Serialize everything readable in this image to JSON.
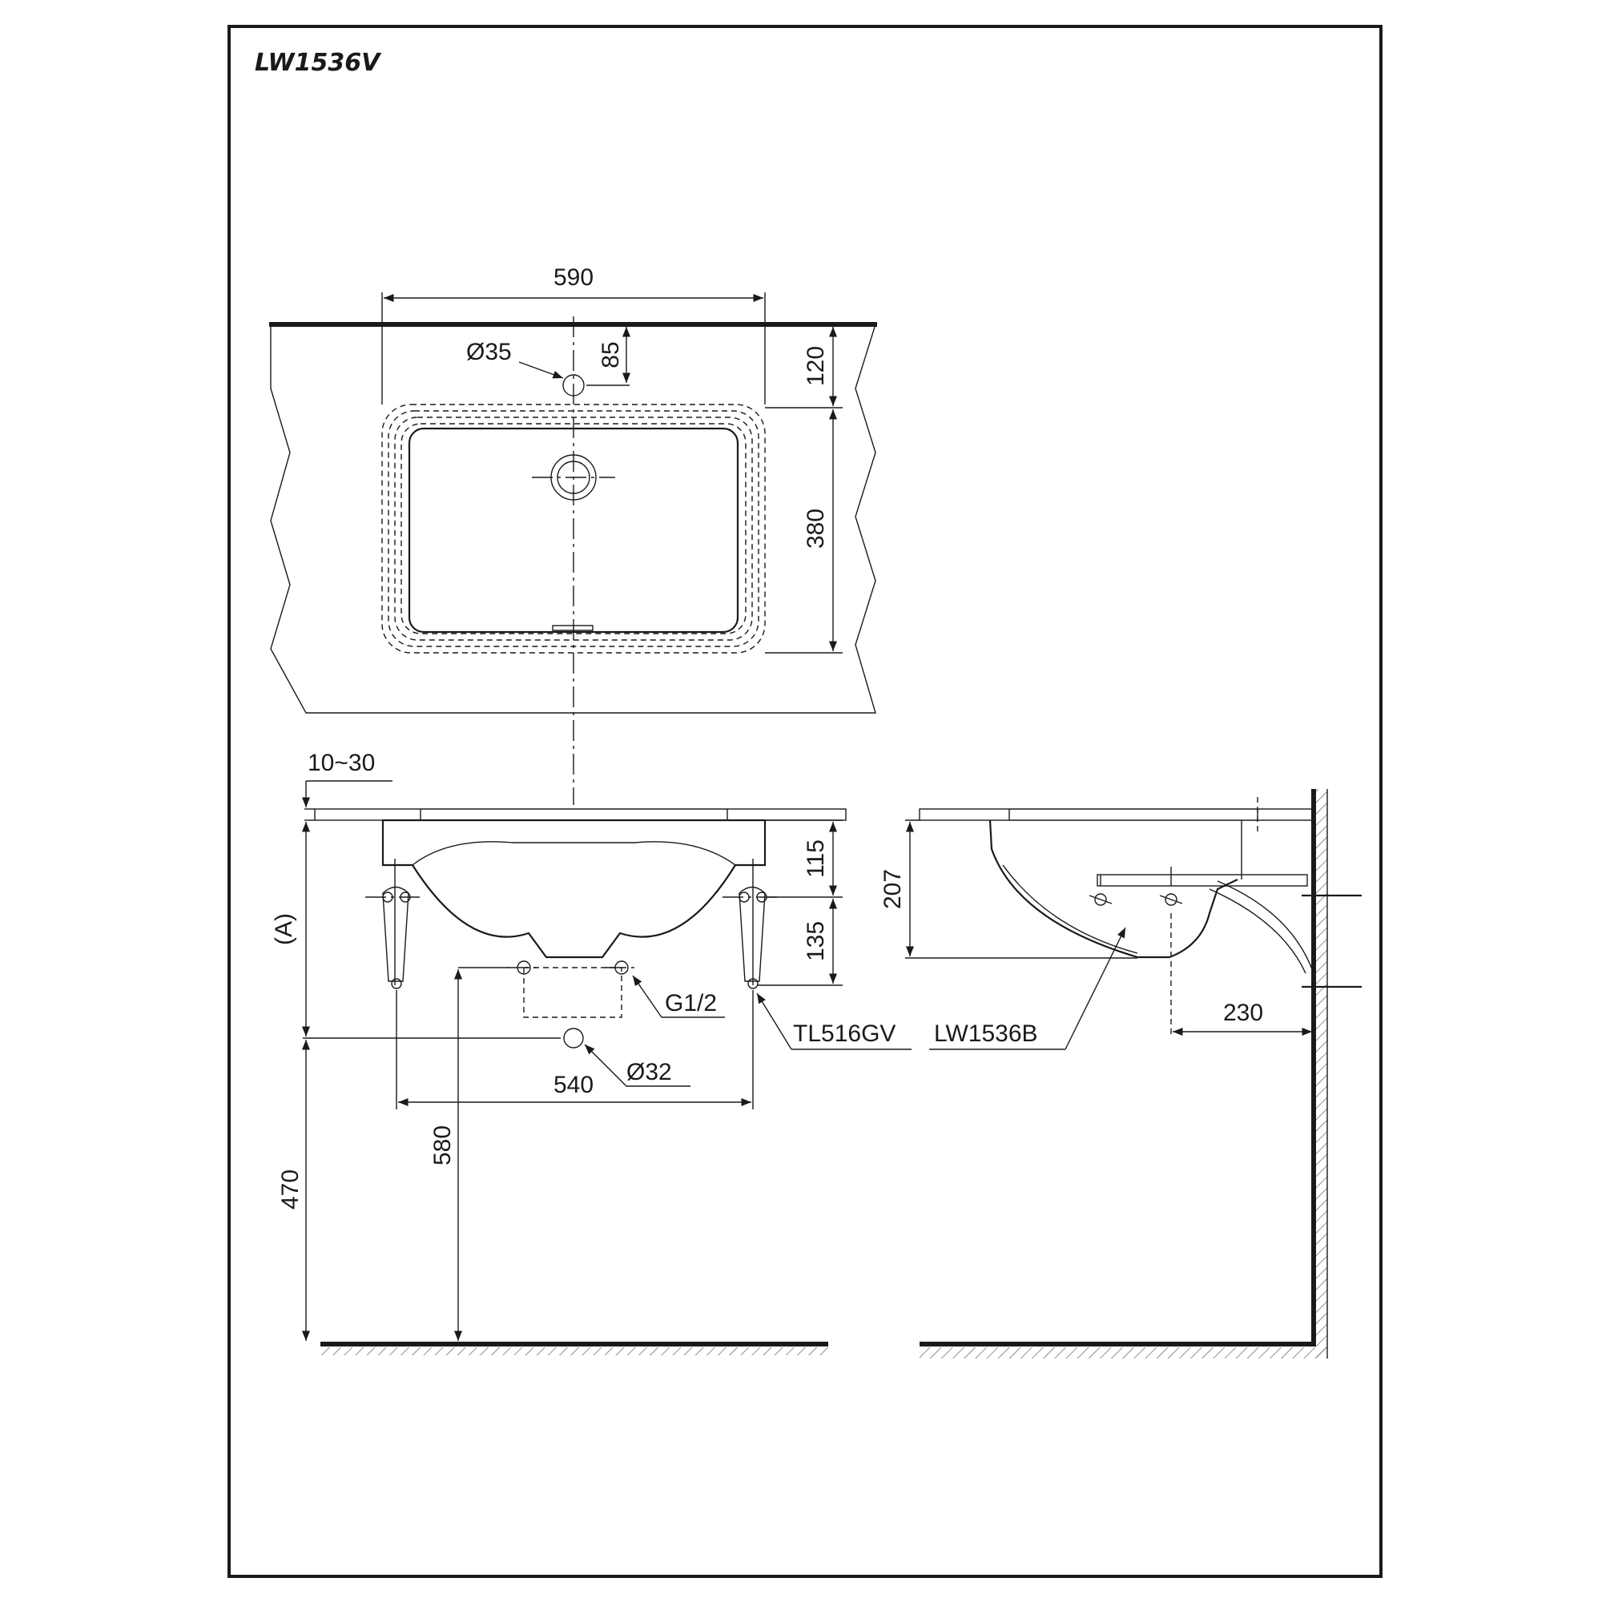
{
  "model": "LW1536V",
  "dims": {
    "width_590": "590",
    "hole_d35": "Ø35",
    "d_85": "85",
    "d_120": "120",
    "d_380": "380",
    "range_10_30": "10~30",
    "label_a": "(A)",
    "d_115": "115",
    "d_135": "135",
    "thread_g12": "G1/2",
    "part_tl516gv": "TL516GV",
    "part_lw1536b": "LW1536B",
    "drain_d32": "Ø32",
    "d_540": "540",
    "d_580": "580",
    "d_470": "470",
    "d_207": "207",
    "d_230": "230"
  },
  "colors": {
    "line": "#1a1a1a",
    "background": "#ffffff"
  }
}
